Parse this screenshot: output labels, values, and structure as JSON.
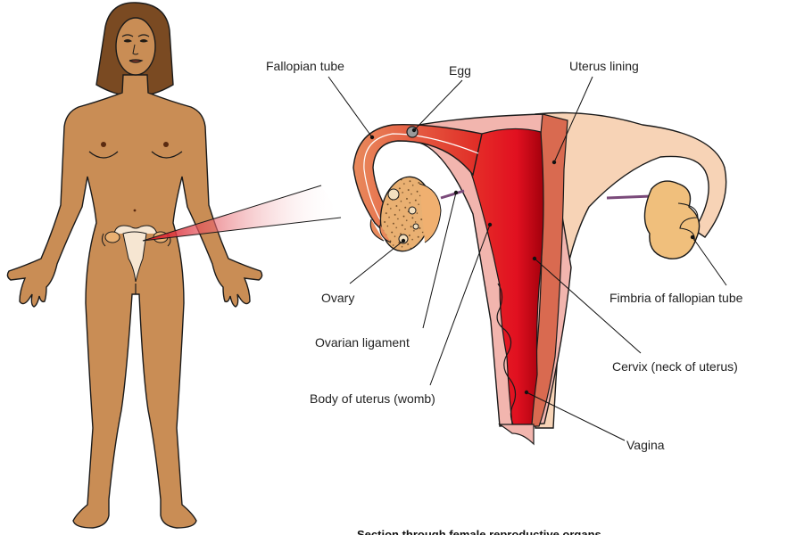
{
  "labels": {
    "fallopian_tube": "Fallopian tube",
    "egg": "Egg",
    "uterus_lining": "Uterus lining",
    "ovary": "Ovary",
    "ovarian_ligament": "Ovarian ligament",
    "body_of_uterus": "Body of uterus (womb)",
    "cervix": "Cervix (neck of uterus)",
    "vagina": "Vagina",
    "fimbria": "Fimbria of fallopian tube"
  },
  "caption": "Section through female reproductive organs",
  "colors": {
    "skin": "#c98d55",
    "hair": "#7a4a22",
    "uterus_outer": "#f7d3b6",
    "uterus_pink": "#f2b5ae",
    "lining_red": "#e0202a",
    "ovary": "#e9b072",
    "outline": "#1a1a1a"
  }
}
